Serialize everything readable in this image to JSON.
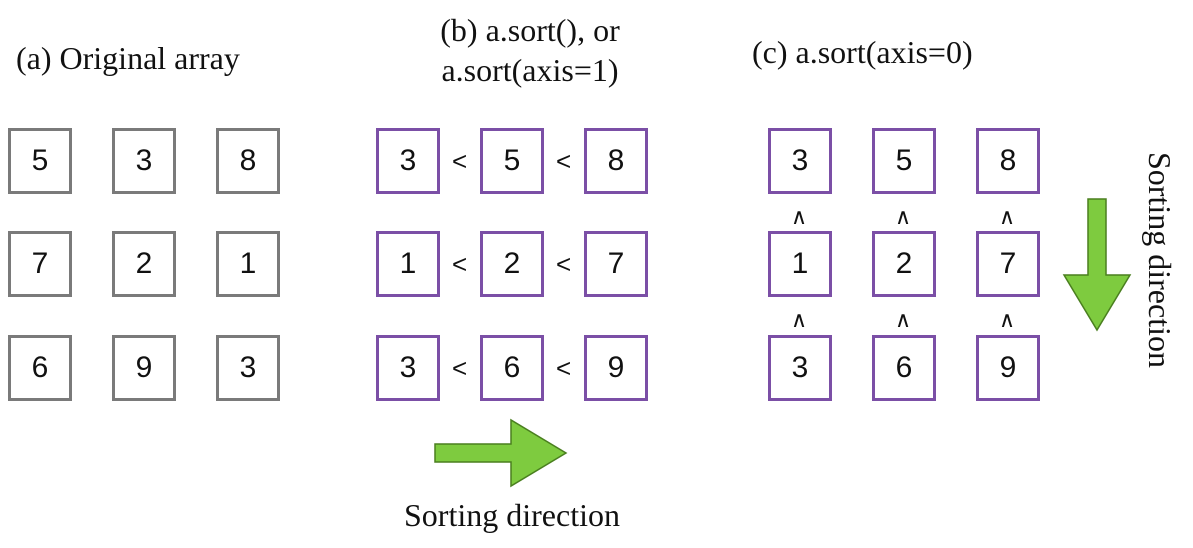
{
  "panels": {
    "a": {
      "title": "(a) Original array",
      "grid": [
        [
          "5",
          "3",
          "8"
        ],
        [
          "7",
          "2",
          "1"
        ],
        [
          "6",
          "9",
          "3"
        ]
      ]
    },
    "b": {
      "title_line1": "(b) a.sort(), or",
      "title_line2": "a.sort(axis=1)",
      "grid": [
        [
          "3",
          "5",
          "8"
        ],
        [
          "1",
          "2",
          "7"
        ],
        [
          "3",
          "6",
          "9"
        ]
      ],
      "comparator": "<",
      "direction_label": "Sorting direction"
    },
    "c": {
      "title": "(c) a.sort(axis=0)",
      "grid": [
        [
          "3",
          "5",
          "8"
        ],
        [
          "1",
          "2",
          "7"
        ],
        [
          "3",
          "6",
          "9"
        ]
      ],
      "comparator": "∧",
      "direction_label": "Sorting direction"
    }
  },
  "colors": {
    "original_border": "#7a7a7a",
    "sorted_border": "#7b4fa6",
    "arrow_fill": "#7ecb3f",
    "arrow_stroke": "#4a7f1f"
  }
}
